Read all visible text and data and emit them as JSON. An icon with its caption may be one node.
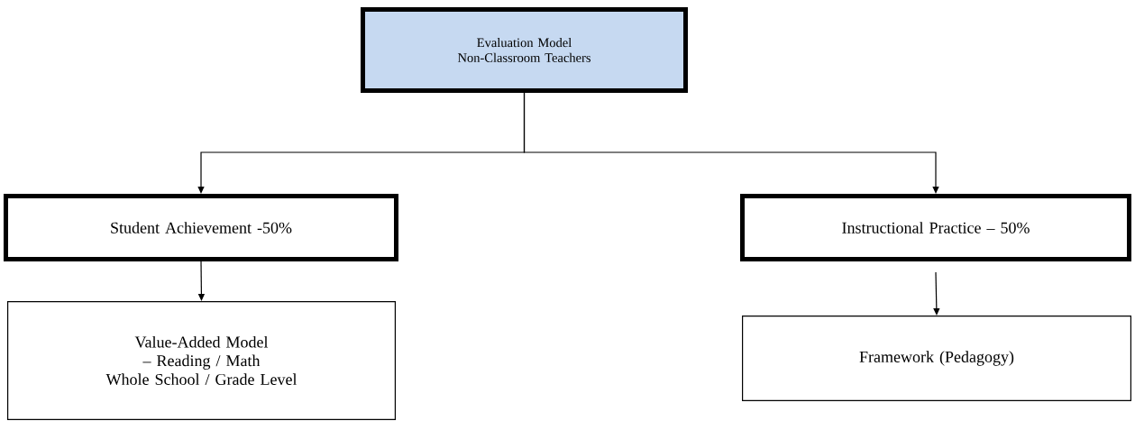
{
  "diagram": {
    "nodes": [
      {
        "text": [
          "Evaluation Model",
          "Non-Classroom Teachers"
        ]
      },
      {
        "text": [
          "Student Achievement -50%"
        ]
      },
      {
        "text": [
          "Instructional Practice – 50%"
        ]
      },
      {
        "text": [
          "Value-Added Model – Reading / Math",
          "Whole School / Grade Level"
        ]
      },
      {
        "text": [
          "Framework (Pedagogy)"
        ]
      }
    ],
    "edges": [
      {
        "from": 0,
        "to": 1,
        "arrow": "to"
      },
      {
        "from": 0,
        "to": 2,
        "arrow": "to"
      },
      {
        "from": 1,
        "to": 3,
        "arrow": "to"
      },
      {
        "from": 2,
        "to": 4,
        "arrow": "to"
      }
    ]
  }
}
